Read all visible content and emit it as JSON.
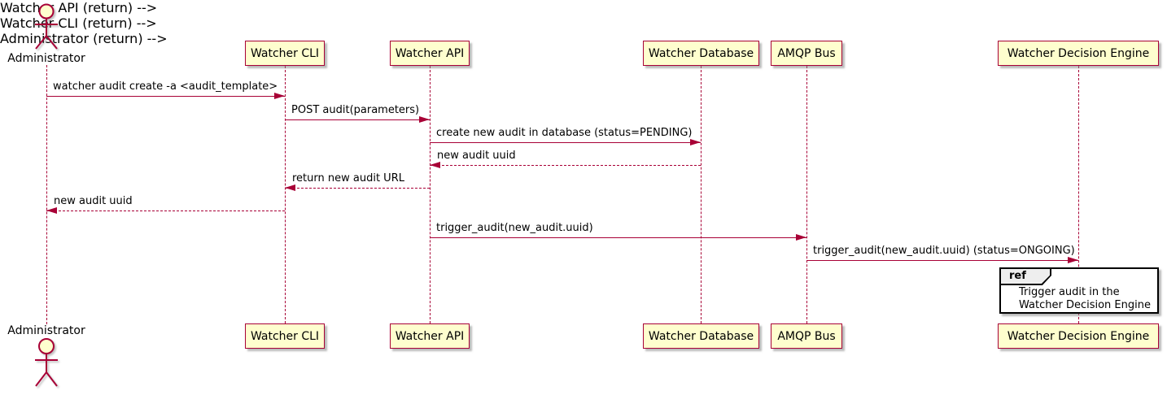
{
  "diagram_type": "uml-sequence-diagram",
  "actor": {
    "name": "Administrator"
  },
  "participants": [
    {
      "name": "Watcher CLI"
    },
    {
      "name": "Watcher API"
    },
    {
      "name": "Watcher Database"
    },
    {
      "name": "AMQP Bus"
    },
    {
      "name": "Watcher Decision Engine"
    }
  ],
  "messages": [
    {
      "label": "watcher audit create -a <audit_template>",
      "from": "Administrator",
      "to": "Watcher CLI",
      "line": "solid",
      "direction": "right"
    },
    {
      "label": "POST audit(parameters)",
      "from": "Watcher CLI",
      "to": "Watcher API",
      "line": "solid",
      "direction": "right"
    },
    {
      "label": "create new audit in database (status=PENDING)",
      "from": "Watcher API",
      "to": "Watcher Database",
      "line": "solid",
      "direction": "right"
    },
    {
      "label": "new audit uuid",
      "from": "Watcher Database",
      "to": "Watcher API",
      "line": "dashed",
      "direction": "left"
    },
    {
      "label": "return new audit URL",
      "from": "Watcher API",
      "to": "Watcher CLI",
      "line": "dashed",
      "direction": "left"
    },
    {
      "label": "new audit uuid",
      "from": "Watcher CLI",
      "to": "Administrator",
      "line": "dashed",
      "direction": "left"
    },
    {
      "label": "trigger_audit(new_audit.uuid)",
      "from": "Watcher API",
      "to": "AMQP Bus",
      "line": "solid",
      "direction": "right"
    },
    {
      "label": "trigger_audit(new_audit.uuid) (status=ONGOING)",
      "from": "AMQP Bus",
      "to": "Watcher Decision Engine",
      "line": "solid",
      "direction": "right"
    }
  ],
  "ref": {
    "keyword": "ref",
    "lines": [
      "Trigger audit in the",
      "Watcher Decision Engine"
    ]
  },
  "colors": {
    "participant_fill": "#FEFECE",
    "stroke": "#A80036",
    "text": "#000000",
    "ref_border": "#000000",
    "ref_tag_fill": "#EEEEEE",
    "background": "#FFFFFF"
  }
}
